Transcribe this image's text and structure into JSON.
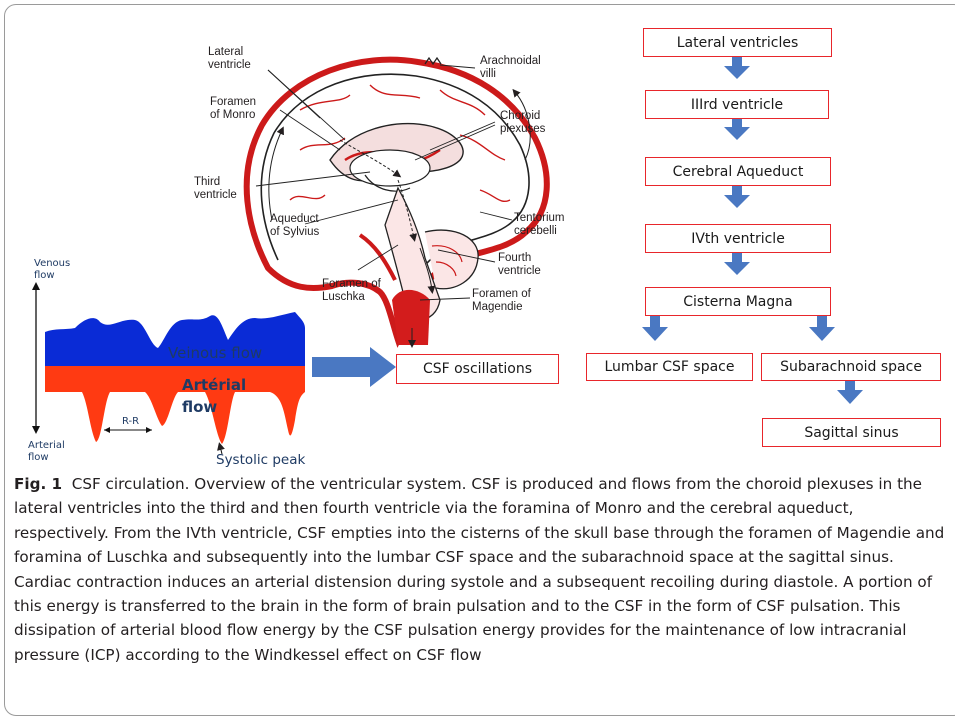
{
  "anatomy": {
    "labels": {
      "lateral_ventricle": "Lateral\nventricle",
      "arachnoidal_villi": "Arachnoidal\nvilli",
      "foramen_monro": "Foramen\nof Monro",
      "choroid_plexuses": "Choroid\nplexuses",
      "third_ventricle": "Third\nventricle",
      "aqueduct_sylvius": "Aqueduct\nof Sylvius",
      "tentorium": "Tentorium\ncerebelli",
      "fourth_ventricle": "Fourth\nventricle",
      "foramen_luschka": "Foramen of\nLuschka",
      "foramen_magendie": "Foramen of\nMagendie"
    }
  },
  "flowchart": {
    "lateral_ventricles": "Lateral ventricles",
    "third_ventricle": "IIIrd ventricle",
    "cerebral_aqueduct": "Cerebral Aqueduct",
    "fourth_ventricle": "IVth ventricle",
    "cisterna_magna": "Cisterna Magna",
    "lumbar_space": "Lumbar CSF space",
    "subarachnoid_space": "Subarachnoid space",
    "sagittal_sinus": "Sagittal sinus",
    "csf_oscillations": "CSF oscillations"
  },
  "waveform": {
    "venous_axis": "Venous\nflow",
    "arterial_axis": "Arterial\nflow",
    "veinous_flow": "Veinous flow",
    "arterial_flow_line1": "Artérial",
    "arterial_flow_line2": "flow",
    "rr": "R-R",
    "systolic_peak": "Systolic peak",
    "colors": {
      "venous": "#0a2bd6",
      "arterial": "#ff3a12",
      "arrow": "#4a78c2",
      "box_border": "#e8262b"
    }
  },
  "caption": {
    "label": "Fig. 1",
    "text": "CSF circulation. Overview of the ventricular system. CSF is produced and flows from the choroid plexuses in the lateral ventricles into the third and then fourth ventricle via the foramina of Monro and the cerebral aqueduct, respectively. From the IVth ventricle, CSF empties into the cisterns of the skull base through the foramen of Magendie and foramina of Luschka and subsequently into the lumbar CSF space and the subarachnoid space at the sagittal sinus. Cardiac contraction induces an arterial distension during systole and a subsequent recoiling during diastole. A portion of this energy is transferred to the brain in the form of brain pulsation and to the CSF in the form of CSF pulsation. This dissipation of arterial blood flow energy by the CSF pulsation energy provides for the maintenance of low intracranial pressure (ICP) according to the Windkessel effect on CSF flow"
  }
}
